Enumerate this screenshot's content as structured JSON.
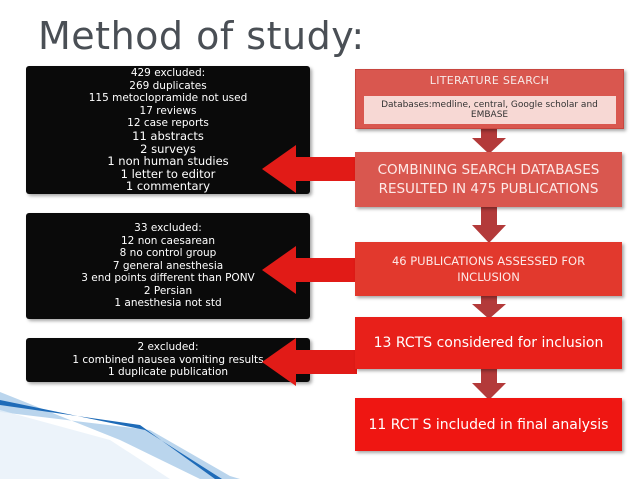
{
  "title": "Method of study:",
  "colors": {
    "black_box": "#0a0a0a",
    "lit_search": "#d9574f",
    "databases_band": "#f7d8d4",
    "combining": "#d9574f",
    "assessed": "#e2392d",
    "considered": "#e8201a",
    "included": "#ef1612",
    "arrow_red": "#e11b17",
    "down_arrow": "#b33a3a",
    "decor_blue": "#1e6bb8"
  },
  "flow": {
    "literature_search": "LITERATURE SEARCH",
    "databases": "Databases:medline, central, Google scholar and EMBASE",
    "combining": [
      "COMBINING SEARCH DATABASES",
      "RESULTED IN 475 PUBLICATIONS"
    ],
    "assessed": [
      "46 PUBLICATIONS ASSESSED FOR",
      "INCLUSION"
    ],
    "considered": "13 RCTS considered for inclusion",
    "included": "11 RCT S included in final analysis"
  },
  "exclusions": [
    {
      "lines": [
        "429 excluded:",
        "269 duplicates",
        "115 metoclopramide not used",
        "17 reviews",
        "12 case reports",
        "11 abstracts",
        "2 surveys",
        "1 non human studies",
        "1 letter to editor",
        "1 commentary"
      ]
    },
    {
      "lines": [
        "33 excluded:",
        "12 non caesarean",
        "8 no control group",
        "7 general anesthesia",
        "3 end points different than PONV",
        "2 Persian",
        "1 anesthesia not std"
      ]
    },
    {
      "lines": [
        "2 excluded:",
        "1 combined nausea vomiting results",
        "1 duplicate publication"
      ]
    }
  ]
}
